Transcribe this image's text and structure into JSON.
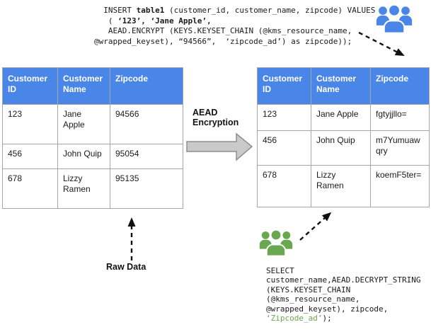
{
  "colors": {
    "header_blue": "#4a86e8",
    "icon_blue": "#4a86e8",
    "icon_green": "#6aa84f",
    "code_highlight_green": "#6aa84f",
    "block_arrow_fill": "#c9c9c9",
    "block_arrow_stroke": "#8f8f8f",
    "dashed_arrow": "#111111"
  },
  "insert_code": {
    "lines": [
      [
        {
          "t": "  INSERT "
        },
        {
          "t": "table1",
          "b": true
        },
        {
          "t": " (customer_id, customer_name, zipcode) VALUES"
        }
      ],
      [
        {
          "t": "   ( "
        },
        {
          "t": "‘123’, ‘Jane Apple’,",
          "b": true
        }
      ],
      [
        {
          "t": "   AEAD.ENCRYPT (KEYS.KEYSET_CHAIN (@kms_resource_name,"
        }
      ],
      [
        {
          "t": "@wrapped_keyset), “94566”,  ‘zipcode_ad’) as zipcode));"
        }
      ]
    ]
  },
  "select_code": {
    "lines": [
      [
        {
          "t": "SELECT"
        }
      ],
      [
        {
          "t": "customer_name,AEAD.DECRYPT_STRING"
        }
      ],
      [
        {
          "t": "(KEYS.KEYSET_CHAIN"
        }
      ],
      [
        {
          "t": "(@kms_resource_name,"
        }
      ],
      [
        {
          "t": "@wrapped_keyset), zipcode,"
        }
      ],
      [
        {
          "t": "‘Zipcode_ad’",
          "c": "#6aa84f"
        },
        {
          "t": ");"
        }
      ]
    ]
  },
  "labels": {
    "aead_line1": "AEAD",
    "aead_line2": "Encryption",
    "raw_data": "Raw Data"
  },
  "left_table": {
    "headers": [
      "Customer ID",
      "Customer Name",
      "Zipcode"
    ],
    "rows": [
      [
        "123",
        "Jane Apple",
        "94566"
      ],
      [
        "456",
        "John Quip",
        "95054"
      ],
      [
        "678",
        "Lizzy\nRamen",
        "95135"
      ]
    ]
  },
  "right_table": {
    "headers": [
      "Customer ID",
      "Customer Name",
      "Zipcode"
    ],
    "rows": [
      [
        "123",
        "Jane Apple",
        "fgtyjjllo="
      ],
      [
        "456",
        "John Quip",
        "m7Yumuaw\nqry"
      ],
      [
        "678",
        "Lizzy\nRamen",
        "koemF5ter="
      ]
    ]
  },
  "icons": {
    "top": "users-group-icon",
    "bottom": "users-group-icon"
  }
}
